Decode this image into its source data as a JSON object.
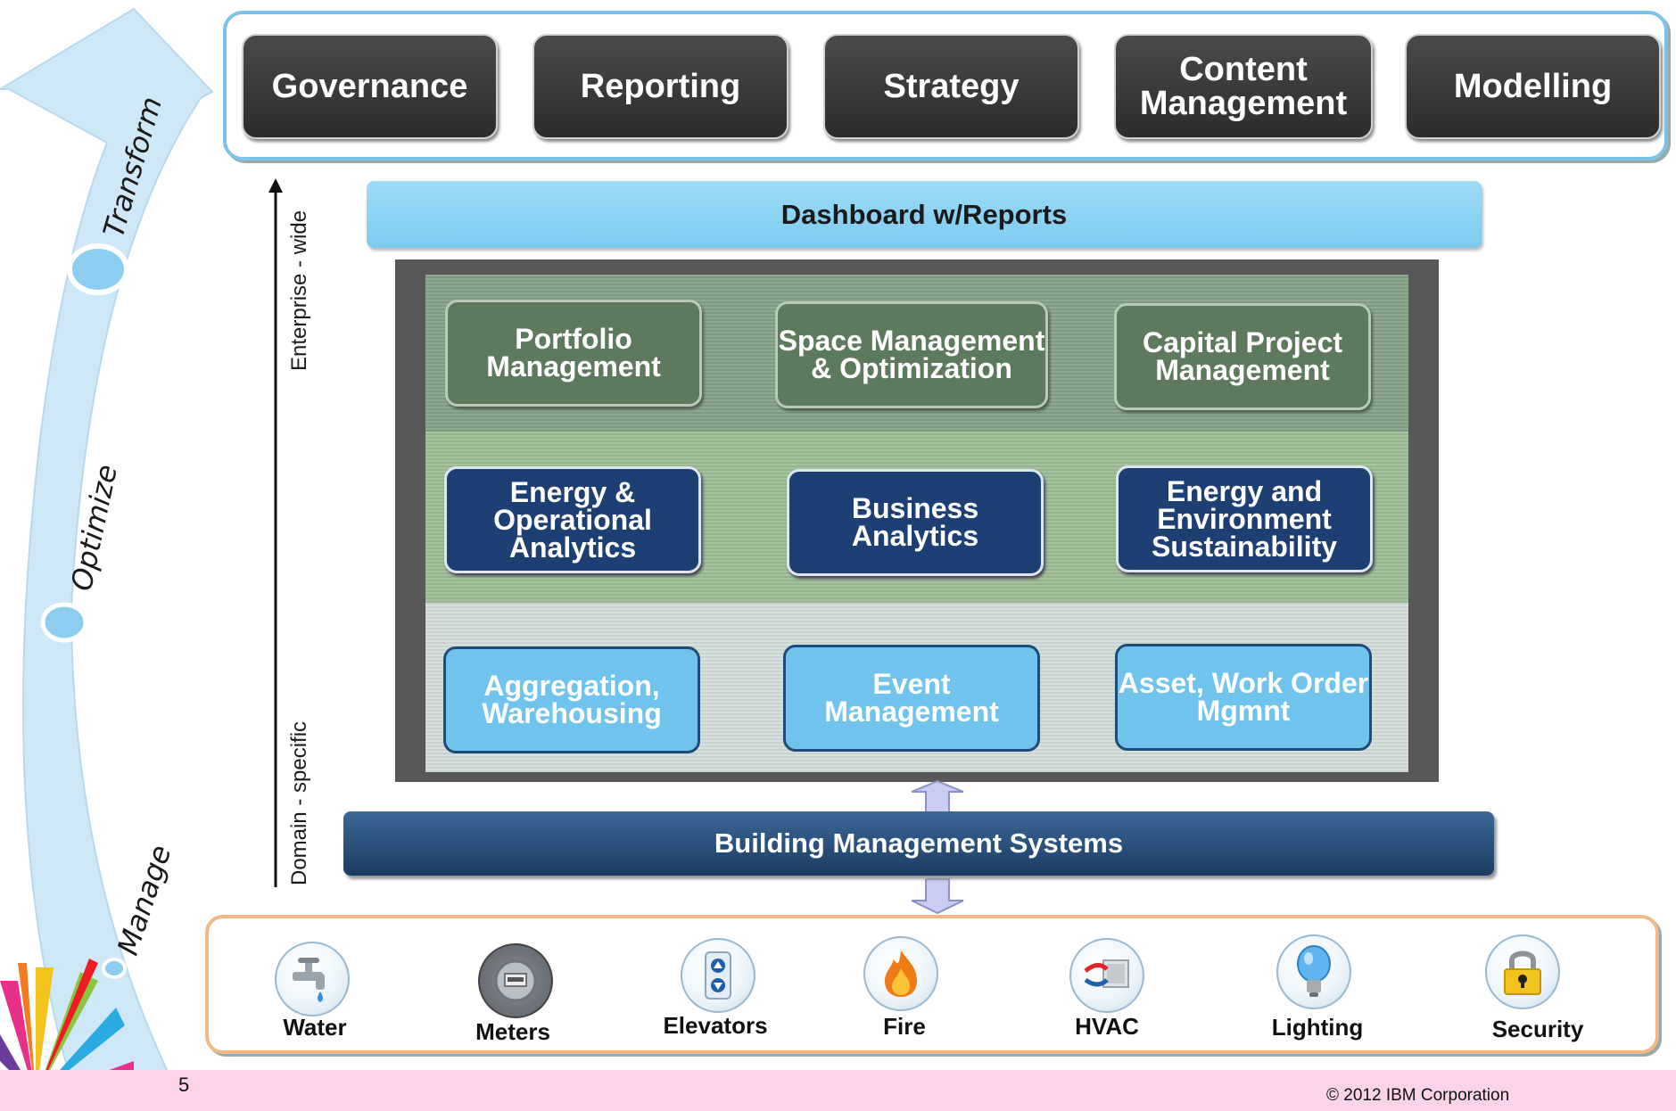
{
  "phases": [
    "Transform",
    "Optimize",
    "Manage"
  ],
  "top_modules": [
    "Governance",
    "Reporting",
    "Strategy",
    "Content Management",
    "Modelling"
  ],
  "dashboard_label": "Dashboard w/Reports",
  "axis": {
    "top_label": "Enterprise - wide",
    "bottom_label": "Domain - specific"
  },
  "tiers": {
    "enterprise": [
      "Portfolio Management",
      "Space Management & Optimization",
      "Capital Project Management"
    ],
    "analytics": [
      "Energy & Operational Analytics",
      "Business Analytics",
      "Energy and Environment Sustainability"
    ],
    "operations": [
      "Aggregation, Warehousing",
      "Event Management",
      "Asset, Work Order Mgmnt"
    ]
  },
  "bms_label": "Building Management Systems",
  "devices": [
    {
      "label": "Water",
      "icon": "faucet-icon"
    },
    {
      "label": "Meters",
      "icon": "meter-icon"
    },
    {
      "label": "Elevators",
      "icon": "elevator-icon"
    },
    {
      "label": "Fire",
      "icon": "flame-icon"
    },
    {
      "label": "HVAC",
      "icon": "hvac-icon"
    },
    {
      "label": "Lighting",
      "icon": "lightbulb-icon"
    },
    {
      "label": "Security",
      "icon": "padlock-icon"
    }
  ],
  "footer": {
    "page_number": "5",
    "copyright": "© 2012 IBM Corporation"
  },
  "colors": {
    "frame_blue": "#7cc3ec",
    "dark_module": "#3a3a3a",
    "dashboard": "#8fd3f4",
    "enterprise_box": "#5e7a5d",
    "analytics_box": "#1e3f74",
    "operations_box": "#6fc3ec",
    "bms": "#234a78",
    "device_frame": "#f2b886",
    "footer": "#fbd4e9"
  }
}
